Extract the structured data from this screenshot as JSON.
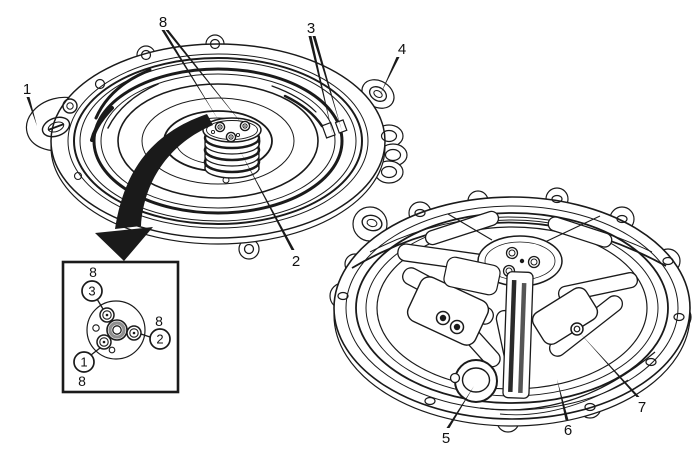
{
  "figure": {
    "background_color": "#ffffff",
    "line_color": "#1a1a1a",
    "kind": "service-manual line-art, transmission case cover front/back views with zoom detail inset"
  },
  "callouts": {
    "upper_view": {
      "c1": "1",
      "c2": "2",
      "c3": "3",
      "c4": "4",
      "c8": "8"
    },
    "lower_view": {
      "c5": "5",
      "c6": "6",
      "c7": "7"
    },
    "inset": {
      "circled_1": "1",
      "circled_2": "2",
      "circled_3": "3",
      "plain_8_top": "8",
      "plain_8_right": "8",
      "plain_8_bottom": "8"
    }
  }
}
